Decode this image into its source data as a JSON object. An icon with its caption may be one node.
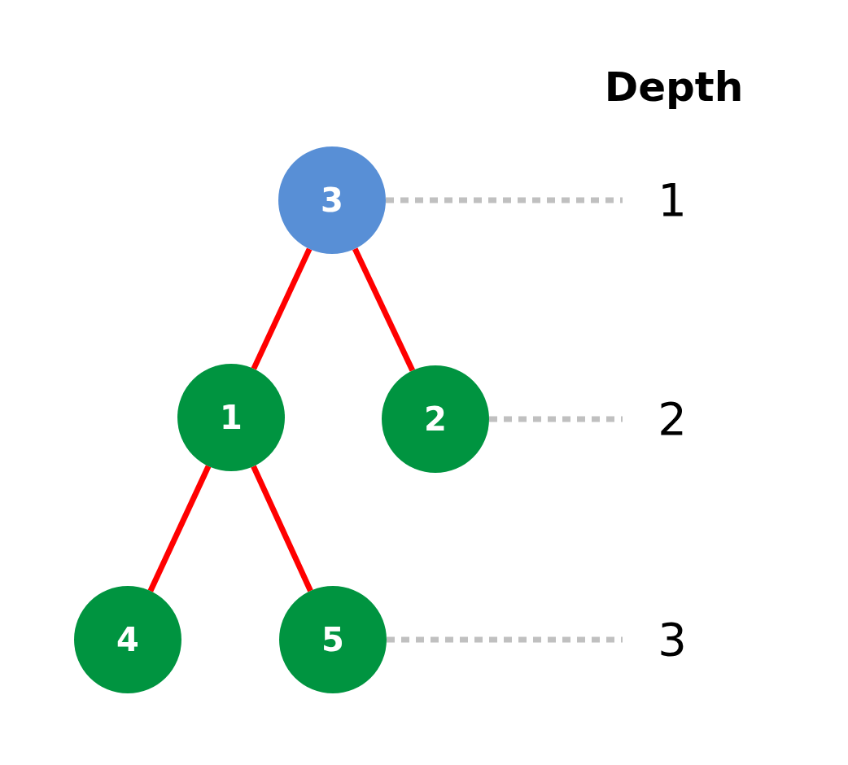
{
  "diagram": {
    "nodes": [
      {
        "text": [
          "3"
        ]
      },
      {
        "text": [
          "1"
        ]
      },
      {
        "text": [
          "1"
        ]
      },
      {
        "text": [
          "2"
        ]
      },
      {
        "text": [
          "2"
        ]
      },
      {
        "text": [
          "4"
        ]
      },
      {
        "text": [
          "5"
        ]
      },
      {
        "text": [
          "3"
        ]
      }
    ],
    "edges": [
      {
        "from": 0,
        "to": 1,
        "arrow": "none",
        "style": "dashed",
        "color": "#c0c0c0"
      },
      {
        "from": 0,
        "to": 2,
        "arrow": "none"
      },
      {
        "from": 0,
        "to": 3,
        "arrow": "none"
      },
      {
        "from": 3,
        "to": 4,
        "arrow": "none",
        "style": "dashed",
        "color": "#c0c0c0"
      },
      {
        "from": 2,
        "to": 5,
        "arrow": "none"
      },
      {
        "from": 2,
        "to": 6,
        "arrow": "none"
      },
      {
        "from": 6,
        "to": 7,
        "arrow": "none",
        "style": "dashed",
        "color": "#c0c0c0"
      }
    ],
    "labels": [
      "Depth"
    ]
  }
}
